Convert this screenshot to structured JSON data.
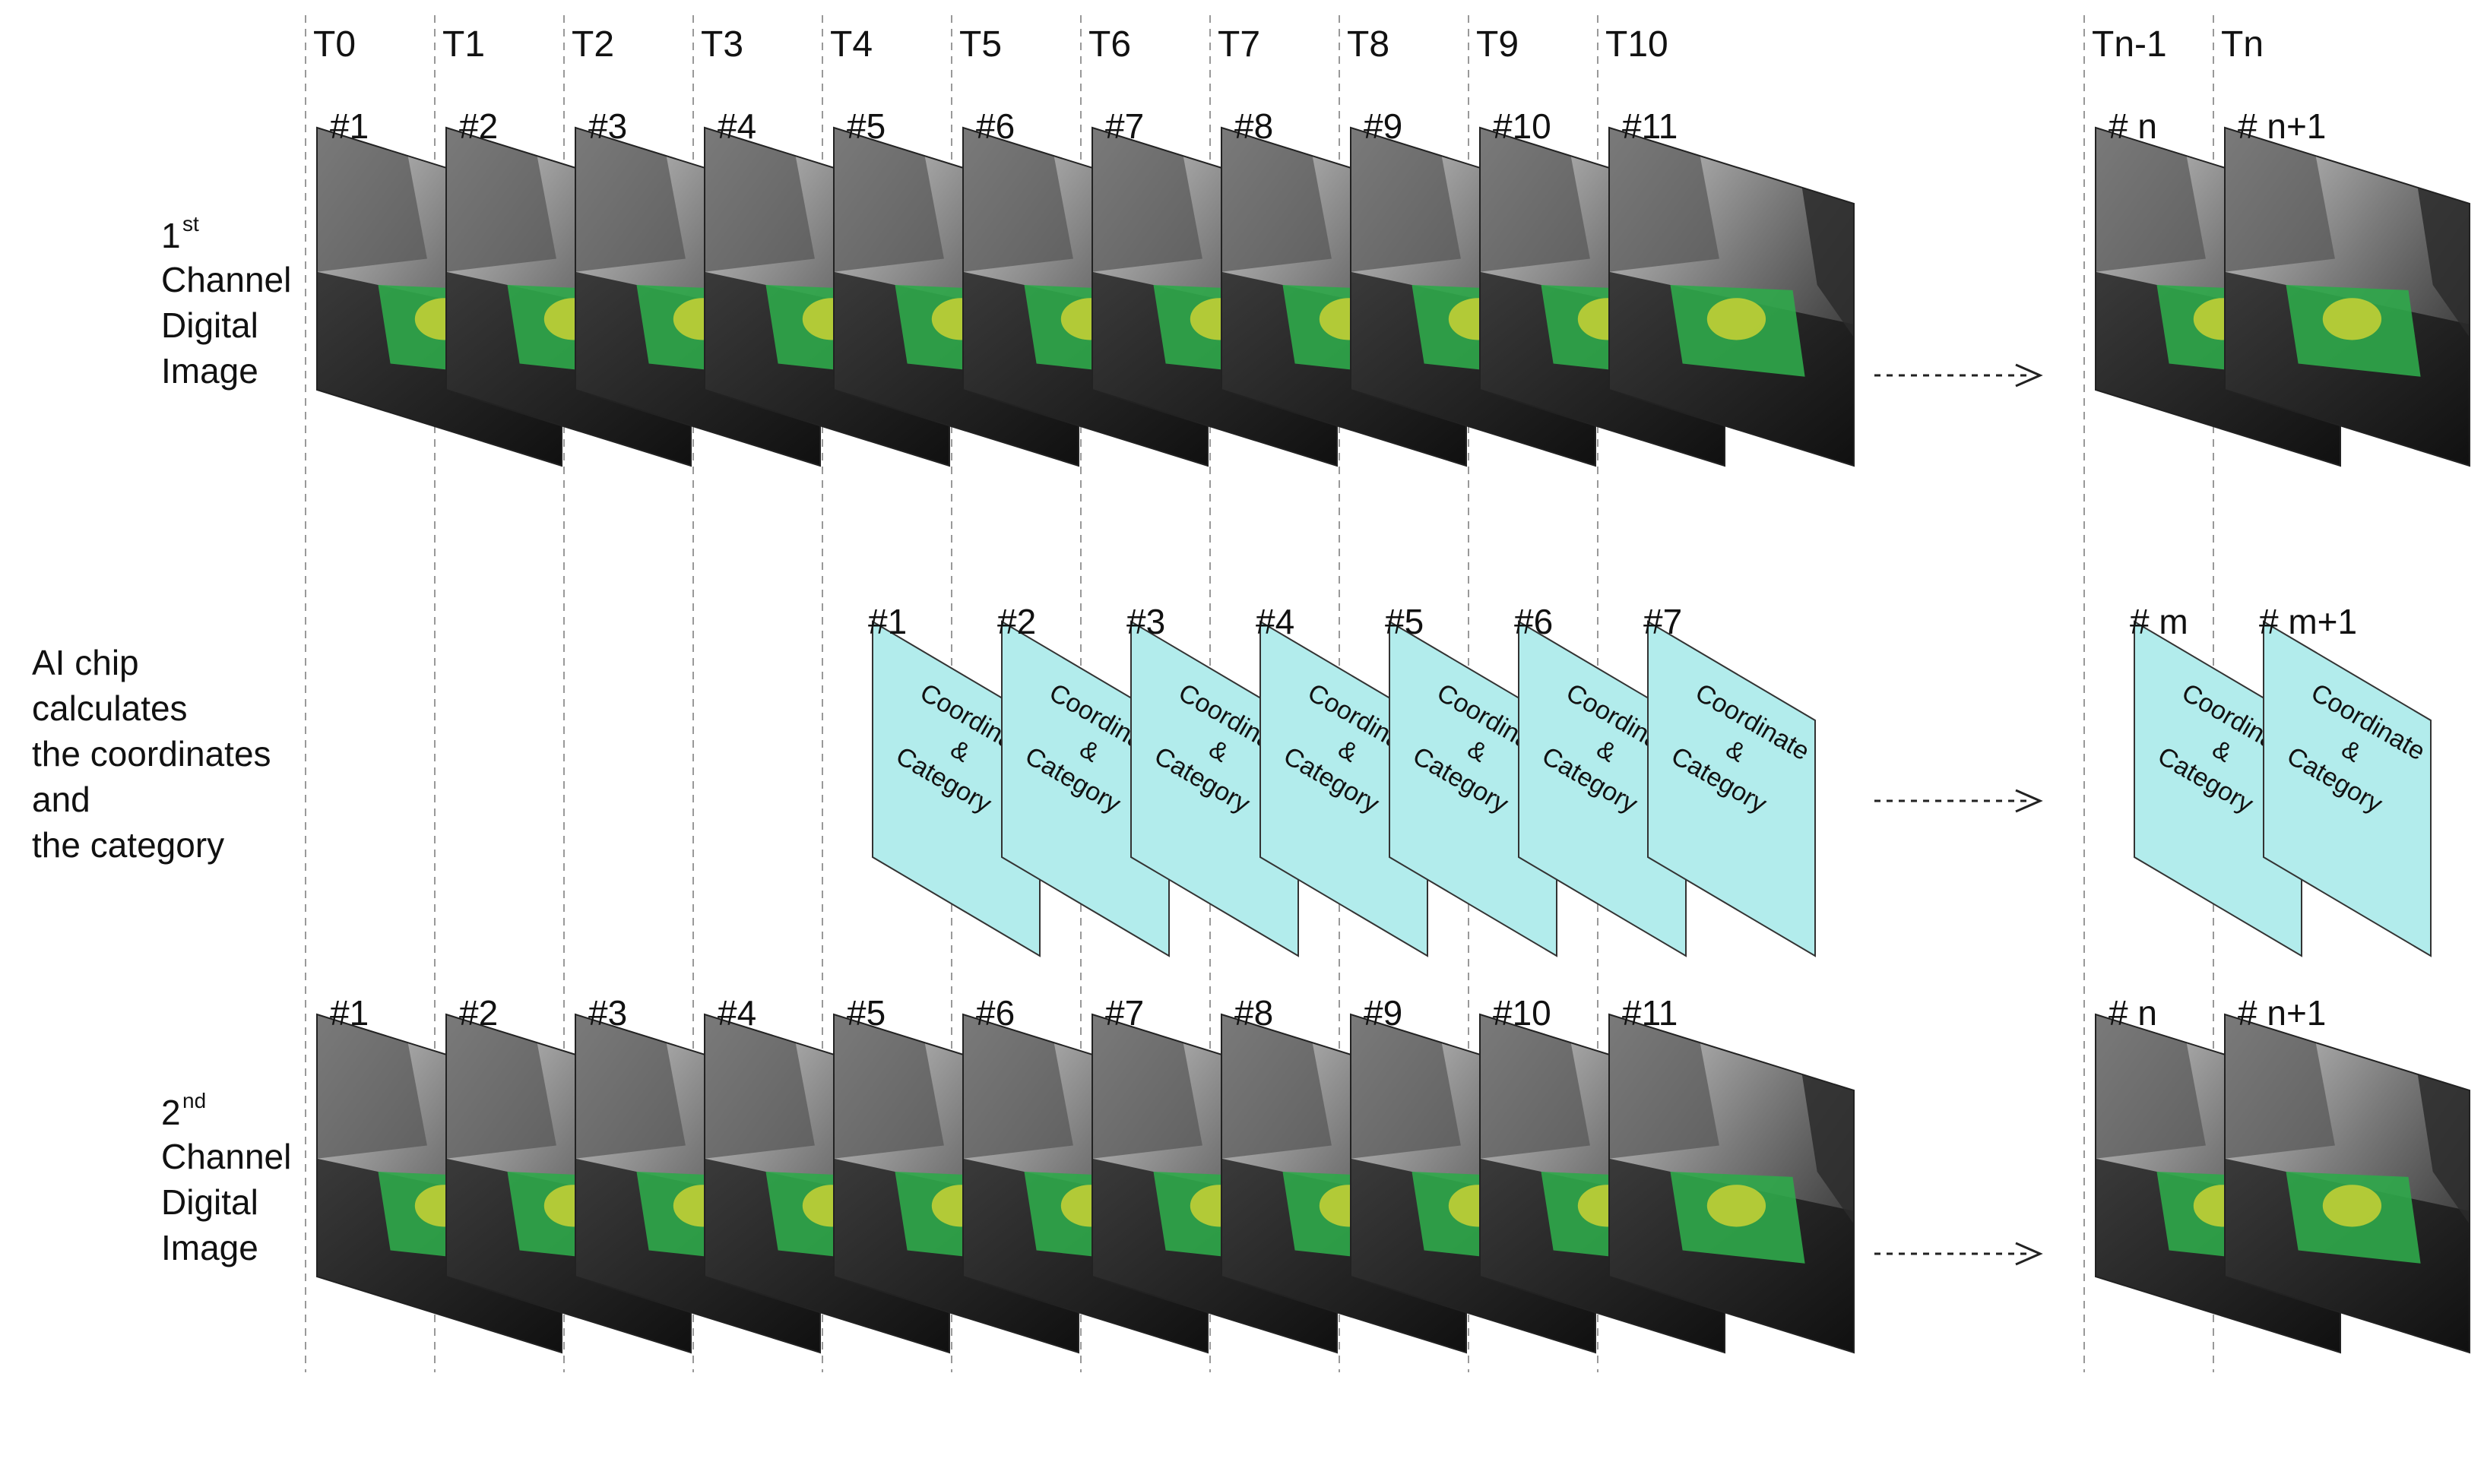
{
  "time_labels": [
    "T0",
    "T1",
    "T2",
    "T3",
    "T4",
    "T5",
    "T6",
    "T7",
    "T8",
    "T9",
    "T10",
    "Tn-1",
    "Tn"
  ],
  "rows": {
    "first": {
      "label_num": "1",
      "label_sup": "st",
      "label_lines": [
        "Channel",
        "Digital",
        "Image"
      ],
      "frame_labels": [
        "#1",
        "#2",
        "#3",
        "#4",
        "#5",
        "#6",
        "#7",
        "#8",
        "#9",
        "#10",
        "#11",
        "# n",
        "# n+1"
      ]
    },
    "ai": {
      "label_lines": [
        "AI chip",
        "calculates",
        "the coordinates",
        "and",
        "the category"
      ],
      "frame_labels": [
        "#1",
        "#2",
        "#3",
        "#4",
        "#5",
        "#6",
        "#7",
        "# m",
        "# m+1"
      ],
      "result_lines": [
        "Coordinate",
        "&",
        "Category"
      ]
    },
    "second": {
      "label_num": "2",
      "label_sup": "nd",
      "label_lines": [
        "Channel",
        "Digital",
        "Image"
      ],
      "frame_labels": [
        "#1",
        "#2",
        "#3",
        "#4",
        "#5",
        "#6",
        "#7",
        "#8",
        "#9",
        "#10",
        "#11",
        "# n",
        "# n+1"
      ]
    }
  },
  "colors": {
    "result_fill": "#b2ecec",
    "guide_line": "#999999",
    "road_green": "#2fa84a",
    "car_yellow": "#c9d235",
    "sky_dark": "#2b2b2b"
  }
}
